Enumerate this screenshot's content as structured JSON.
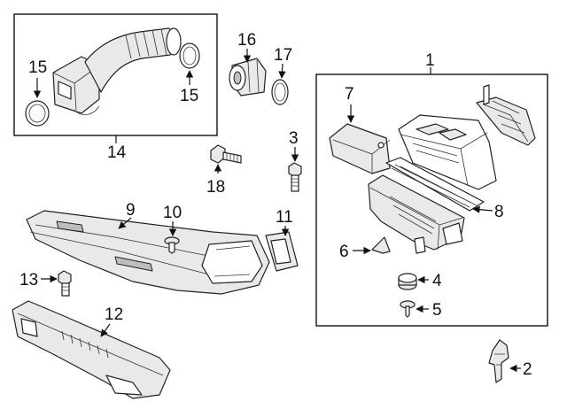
{
  "callouts": {
    "c1": "1",
    "c2": "2",
    "c3": "3",
    "c4": "4",
    "c5": "5",
    "c6": "6",
    "c7": "7",
    "c8": "8",
    "c9": "9",
    "c10": "10",
    "c11": "11",
    "c12": "12",
    "c13": "13",
    "c14": "14",
    "c15a": "15",
    "c15b": "15",
    "c16": "16",
    "c17": "17",
    "c18": "18"
  }
}
